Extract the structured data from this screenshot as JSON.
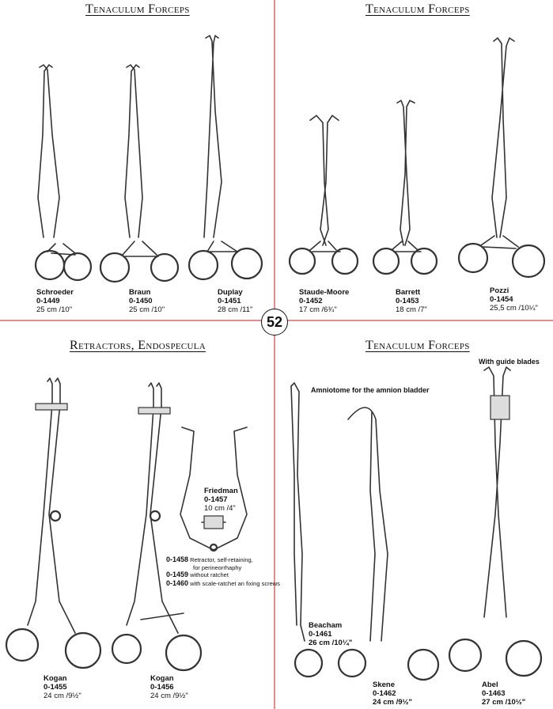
{
  "page_number": "52",
  "sections": {
    "top_left": {
      "title": "Tenaculum Forceps",
      "items": [
        {
          "name": "Schroeder",
          "code": "0-1449",
          "size": "25 cm /10\""
        },
        {
          "name": "Braun",
          "code": "0-1450",
          "size": "25 cm /10\""
        },
        {
          "name": "Duplay",
          "code": "0-1451",
          "size": "28 cm /11\""
        }
      ]
    },
    "top_right": {
      "title": "Tenaculum Forceps",
      "items": [
        {
          "name": "Staude-Moore",
          "code": "0-1452",
          "size": "17 cm /6¾\""
        },
        {
          "name": "Barrett",
          "code": "0-1453",
          "size": "18 cm /7\""
        },
        {
          "name": "Pozzi",
          "code": "0-1454",
          "size": "25,5 cm /10¼\""
        }
      ]
    },
    "bottom_left": {
      "title": "Retractors, Endospecula",
      "items": [
        {
          "name": "Kogan",
          "code": "0-1455",
          "size": "24 cm /9½\""
        },
        {
          "name": "Kogan",
          "code": "0-1456",
          "size": "24 cm /9½\""
        },
        {
          "name": "Friedman",
          "code": "0-1457",
          "size": "10 cm /4\""
        }
      ],
      "variants": [
        {
          "code": "0-1458",
          "desc": "Retractor, self-retaining,",
          "desc2": "for perineorrhaphy"
        },
        {
          "code": "0-1459",
          "desc": "without ratchet"
        },
        {
          "code": "0-1460",
          "desc": "with scale-ratchet an fixing screws"
        }
      ]
    },
    "bottom_right": {
      "title": "Tenaculum Forceps",
      "notes": {
        "amniotome": "Amniotome for the amnion bladder",
        "guide_blades": "With guide blades"
      },
      "items": [
        {
          "name": "Beacham",
          "code": "0-1461",
          "size": "26 cm /10¼\""
        },
        {
          "name": "Skene",
          "code": "0-1462",
          "size": "24 cm /9½\""
        },
        {
          "name": "Abel",
          "code": "0-1463",
          "size": "27 cm /10½\""
        }
      ]
    }
  }
}
